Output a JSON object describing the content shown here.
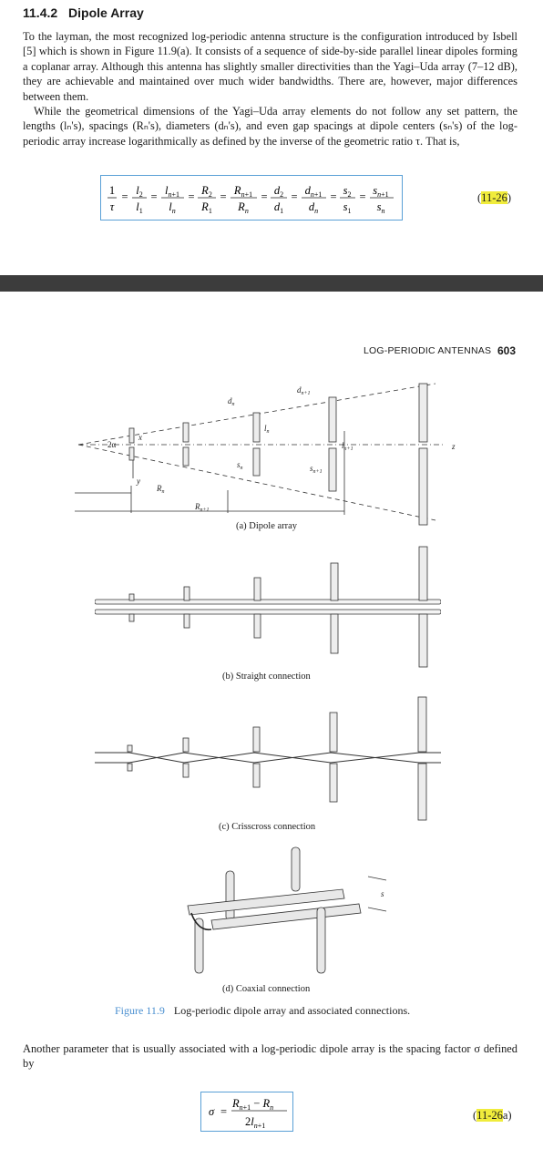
{
  "section": {
    "number": "11.4.2",
    "title": "Dipole Array"
  },
  "paragraph1": "To the layman, the most recognized log-periodic antenna structure is the configuration introduced by Isbell [5] which is shown in Figure 11.9(a). It consists of a sequence of side-by-side parallel linear dipoles forming a coplanar array. Although this antenna has slightly smaller directivities than the Yagi–Uda array (7–12 dB), they are achievable and maintained over much wider bandwidths. There are, however, major differences between them.",
  "paragraph2": "While the geometrical dimensions of the Yagi–Uda array elements do not follow any set pattern, the lengths (lₙ's), spacings (Rₙ's), diameters (dₙ's), and even gap spacings at dipole centers (sₙ's) of the log-periodic array increase logarithmically as defined by the inverse of the geometric ratio τ. That is,",
  "equation1_label_open": "(",
  "equation1_label_num": "11-26",
  "equation1_label_close": ")",
  "running_head": "LOG-PERIODIC ANTENNAS",
  "page_number": "603",
  "subcaptions": {
    "a": "(a) Dipole array",
    "b": "(b) Straight connection",
    "c": "(c) Crisscross connection",
    "d": "(d) Coaxial connection"
  },
  "figure_label": "Figure 11.9",
  "figure_title": "Log-periodic dipole array and associated connections.",
  "paragraph3": "Another parameter that is usually associated with a log-periodic dipole array is the spacing factor σ defined by",
  "equation2_label_open": "(",
  "equation2_label_num": "11-26",
  "equation2_label_close": "a)",
  "colors": {
    "box_border": "#5aa0d6",
    "highlight": "#f0ec3c",
    "figure_label": "#4a8fd0",
    "divider": "#3c3c3c"
  }
}
